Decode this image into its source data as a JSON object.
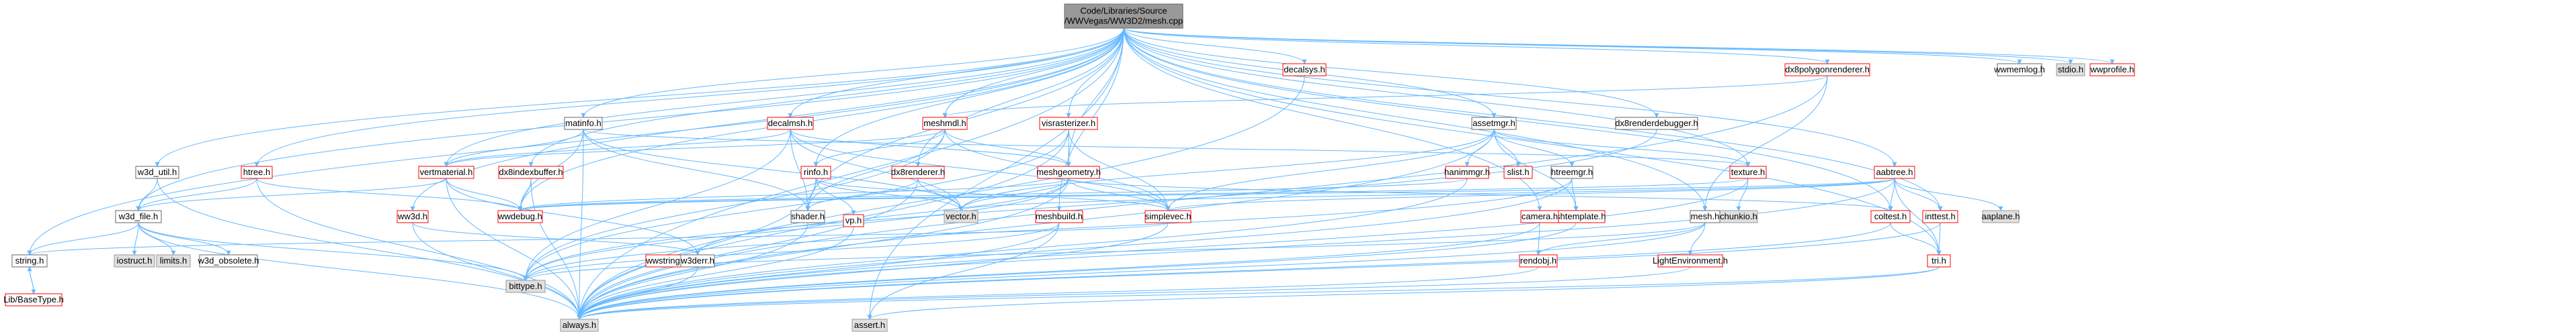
{
  "graph": {
    "nodes": [
      {
        "id": "root",
        "lines": [
          "Code/Libraries/Source",
          "/WWVegas/WW3D2/mesh.cpp"
        ],
        "kind": "root"
      },
      {
        "id": "always",
        "lines": [
          "always.h"
        ],
        "kind": "leaf"
      },
      {
        "id": "assert",
        "lines": [
          "assert.h"
        ],
        "kind": "leaf"
      },
      {
        "id": "bittype",
        "lines": [
          "bittype.h"
        ],
        "kind": "leaf"
      },
      {
        "id": "string",
        "lines": [
          "string.h"
        ],
        "kind": "plain"
      },
      {
        "id": "basetype",
        "lines": [
          "Lib/BaseType.h"
        ],
        "kind": "red"
      },
      {
        "id": "iostruct",
        "lines": [
          "iostruct.h"
        ],
        "kind": "leaf"
      },
      {
        "id": "limits",
        "lines": [
          "limits.h"
        ],
        "kind": "leaf"
      },
      {
        "id": "w3d_obsolete",
        "lines": [
          "w3d_obsolete.h"
        ],
        "kind": "plain"
      },
      {
        "id": "w3d_file",
        "lines": [
          "w3d_file.h"
        ],
        "kind": "plain"
      },
      {
        "id": "w3d_util",
        "lines": [
          "w3d_util.h"
        ],
        "kind": "plain"
      },
      {
        "id": "htree",
        "lines": [
          "htree.h"
        ],
        "kind": "red"
      },
      {
        "id": "ww3d",
        "lines": [
          "ww3d.h"
        ],
        "kind": "red"
      },
      {
        "id": "wwdebug",
        "lines": [
          "wwdebug.h"
        ],
        "kind": "red"
      },
      {
        "id": "vertmaterial",
        "lines": [
          "vertmaterial.h"
        ],
        "kind": "red"
      },
      {
        "id": "dx8indexbuffer",
        "lines": [
          "dx8indexbuffer.h"
        ],
        "kind": "red"
      },
      {
        "id": "matinfo",
        "lines": [
          "matinfo.h"
        ],
        "kind": "plain"
      },
      {
        "id": "decalmsh",
        "lines": [
          "decalmsh.h"
        ],
        "kind": "red"
      },
      {
        "id": "meshmdl",
        "lines": [
          "meshmdl.h"
        ],
        "kind": "red"
      },
      {
        "id": "rinfo",
        "lines": [
          "rinfo.h"
        ],
        "kind": "red"
      },
      {
        "id": "dx8renderer",
        "lines": [
          "dx8renderer.h"
        ],
        "kind": "red"
      },
      {
        "id": "vector",
        "lines": [
          "vector.h"
        ],
        "kind": "leaf"
      },
      {
        "id": "shader",
        "lines": [
          "shader.h"
        ],
        "kind": "plain"
      },
      {
        "id": "wwstring",
        "lines": [
          "wwstring.h"
        ],
        "kind": "red"
      },
      {
        "id": "vp",
        "lines": [
          "vp.h"
        ],
        "kind": "red"
      },
      {
        "id": "meshgeometry",
        "lines": [
          "meshgeometry.h"
        ],
        "kind": "red"
      },
      {
        "id": "meshbuild",
        "lines": [
          "meshbuild.h"
        ],
        "kind": "red"
      },
      {
        "id": "simplevec",
        "lines": [
          "simplevec.h"
        ],
        "kind": "red"
      },
      {
        "id": "w3derr",
        "lines": [
          "w3derr.h"
        ],
        "kind": "plain"
      },
      {
        "id": "vistrasterizer",
        "lines": [
          "visrasterizer.h"
        ],
        "kind": "red"
      },
      {
        "id": "decalsys",
        "lines": [
          "decalsys.h"
        ],
        "kind": "red"
      },
      {
        "id": "assetmgr",
        "lines": [
          "assetmgr.h"
        ],
        "kind": "plain"
      },
      {
        "id": "hanimmgr",
        "lines": [
          "hanimmgr.h"
        ],
        "kind": "red"
      },
      {
        "id": "slist",
        "lines": [
          "slist.h"
        ],
        "kind": "red"
      },
      {
        "id": "htreemgr",
        "lines": [
          "htreemgr.h"
        ],
        "kind": "plain"
      },
      {
        "id": "hashtemplate",
        "lines": [
          "hashtemplate.h"
        ],
        "kind": "red"
      },
      {
        "id": "texture",
        "lines": [
          "texture.h"
        ],
        "kind": "red"
      },
      {
        "id": "chunkio",
        "lines": [
          "chunkio.h"
        ],
        "kind": "leaf"
      },
      {
        "id": "camera",
        "lines": [
          "camera.h"
        ],
        "kind": "red"
      },
      {
        "id": "rendobj",
        "lines": [
          "rendobj.h"
        ],
        "kind": "red"
      },
      {
        "id": "dx8renderdebugger",
        "lines": [
          "dx8renderdebugger.h"
        ],
        "kind": "plain"
      },
      {
        "id": "mesh",
        "lines": [
          "mesh.h"
        ],
        "kind": "plain"
      },
      {
        "id": "lightenvironment",
        "lines": [
          "LightEnvironment.h"
        ],
        "kind": "red"
      },
      {
        "id": "dx8polygonrenderer",
        "lines": [
          "dx8polygonrenderer.h"
        ],
        "kind": "red"
      },
      {
        "id": "aabtree",
        "lines": [
          "aabtree.h"
        ],
        "kind": "red"
      },
      {
        "id": "coltest",
        "lines": [
          "coltest.h"
        ],
        "kind": "red"
      },
      {
        "id": "inttest",
        "lines": [
          "inttest.h"
        ],
        "kind": "red"
      },
      {
        "id": "tri",
        "lines": [
          "tri.h"
        ],
        "kind": "red"
      },
      {
        "id": "aaplane",
        "lines": [
          "aaplane.h"
        ],
        "kind": "leaf"
      },
      {
        "id": "wwmemlog",
        "lines": [
          "wwmemlog.h"
        ],
        "kind": "plain"
      },
      {
        "id": "stdio",
        "lines": [
          "stdio.h"
        ],
        "kind": "leaf"
      },
      {
        "id": "wwprofile",
        "lines": [
          "wwprofile.h"
        ],
        "kind": "red"
      }
    ],
    "edges": [
      [
        "root",
        "string"
      ],
      [
        "root",
        "w3d_util"
      ],
      [
        "root",
        "htree"
      ],
      [
        "root",
        "w3d_file"
      ],
      [
        "root",
        "ww3d"
      ],
      [
        "root",
        "vertmaterial"
      ],
      [
        "root",
        "dx8indexbuffer"
      ],
      [
        "root",
        "matinfo"
      ],
      [
        "root",
        "wwdebug"
      ],
      [
        "root",
        "decalmsh"
      ],
      [
        "root",
        "meshmdl"
      ],
      [
        "root",
        "rinfo"
      ],
      [
        "root",
        "dx8renderer"
      ],
      [
        "root",
        "shader"
      ],
      [
        "root",
        "vistrasterizer"
      ],
      [
        "root",
        "meshgeometry"
      ],
      [
        "root",
        "meshbuild"
      ],
      [
        "root",
        "decalsys"
      ],
      [
        "root",
        "assetmgr"
      ],
      [
        "root",
        "texture"
      ],
      [
        "root",
        "camera"
      ],
      [
        "root",
        "dx8renderdebugger"
      ],
      [
        "root",
        "mesh"
      ],
      [
        "root",
        "dx8polygonrenderer"
      ],
      [
        "root",
        "aabtree"
      ],
      [
        "root",
        "coltest"
      ],
      [
        "root",
        "inttest"
      ],
      [
        "root",
        "tri"
      ],
      [
        "root",
        "wwmemlog"
      ],
      [
        "root",
        "stdio"
      ],
      [
        "root",
        "wwprofile"
      ],
      [
        "root",
        "assert"
      ],
      [
        "root",
        "always"
      ],
      [
        "string",
        "basetype"
      ],
      [
        "basetype",
        "string"
      ],
      [
        "w3d_util",
        "w3d_file"
      ],
      [
        "w3d_util",
        "always"
      ],
      [
        "htree",
        "w3d_file"
      ],
      [
        "htree",
        "wwdebug"
      ],
      [
        "htree",
        "always"
      ],
      [
        "w3d_file",
        "string"
      ],
      [
        "w3d_file",
        "iostruct"
      ],
      [
        "w3d_file",
        "limits"
      ],
      [
        "w3d_file",
        "w3d_obsolete"
      ],
      [
        "w3d_file",
        "bittype"
      ],
      [
        "w3d_file",
        "always"
      ],
      [
        "ww3d",
        "w3derr"
      ],
      [
        "ww3d",
        "always"
      ],
      [
        "vertmaterial",
        "w3d_file"
      ],
      [
        "vertmaterial",
        "wwdebug"
      ],
      [
        "vertmaterial",
        "always"
      ],
      [
        "vertmaterial",
        "w3derr"
      ],
      [
        "dx8indexbuffer",
        "wwdebug"
      ],
      [
        "dx8indexbuffer",
        "always"
      ],
      [
        "matinfo",
        "vertmaterial"
      ],
      [
        "matinfo",
        "wwdebug"
      ],
      [
        "matinfo",
        "shader"
      ],
      [
        "matinfo",
        "vector"
      ],
      [
        "matinfo",
        "texture"
      ],
      [
        "matinfo",
        "always"
      ],
      [
        "decalmsh",
        "vertmaterial"
      ],
      [
        "decalmsh",
        "meshgeometry"
      ],
      [
        "decalmsh",
        "vector"
      ],
      [
        "decalmsh",
        "shader"
      ],
      [
        "decalmsh",
        "bittype"
      ],
      [
        "decalmsh",
        "simplevec"
      ],
      [
        "meshmdl",
        "vertmaterial"
      ],
      [
        "meshmdl",
        "rinfo"
      ],
      [
        "meshmdl",
        "meshgeometry"
      ],
      [
        "meshmdl",
        "shader"
      ],
      [
        "meshmdl",
        "bittype"
      ],
      [
        "meshmdl",
        "simplevec"
      ],
      [
        "rinfo",
        "vector"
      ],
      [
        "rinfo",
        "shader"
      ],
      [
        "rinfo",
        "vp"
      ],
      [
        "rinfo",
        "always"
      ],
      [
        "rinfo",
        "simplevec"
      ],
      [
        "dx8renderer",
        "shader"
      ],
      [
        "dx8renderer",
        "vector"
      ],
      [
        "dx8renderer",
        "always"
      ],
      [
        "shader",
        "always"
      ],
      [
        "vp",
        "always"
      ],
      [
        "meshgeometry",
        "wwdebug"
      ],
      [
        "meshgeometry",
        "vector"
      ],
      [
        "meshgeometry",
        "simplevec"
      ],
      [
        "meshgeometry",
        "bittype"
      ],
      [
        "meshgeometry",
        "always"
      ],
      [
        "meshgeometry",
        "coltest"
      ],
      [
        "meshgeometry",
        "w3derr"
      ],
      [
        "meshbuild",
        "bittype"
      ],
      [
        "meshbuild",
        "always"
      ],
      [
        "meshbuild",
        "assert"
      ],
      [
        "simplevec",
        "always"
      ],
      [
        "simplevec",
        "string"
      ],
      [
        "w3derr",
        "always"
      ],
      [
        "vistrasterizer",
        "meshgeometry"
      ],
      [
        "vistrasterizer",
        "simplevec"
      ],
      [
        "vistrasterizer",
        "bittype"
      ],
      [
        "vistrasterizer",
        "always"
      ],
      [
        "decalsys",
        "always"
      ],
      [
        "assetmgr",
        "hanimmgr"
      ],
      [
        "assetmgr",
        "slist"
      ],
      [
        "assetmgr",
        "htreemgr"
      ],
      [
        "assetmgr",
        "texture"
      ],
      [
        "assetmgr",
        "simplevec"
      ],
      [
        "assetmgr",
        "hashtemplate"
      ],
      [
        "assetmgr",
        "always"
      ],
      [
        "assetmgr",
        "vector"
      ],
      [
        "hanimmgr",
        "always"
      ],
      [
        "hanimmgr",
        "wwdebug"
      ],
      [
        "htreemgr",
        "always"
      ],
      [
        "htreemgr",
        "hashtemplate"
      ],
      [
        "htreemgr",
        "bittype"
      ],
      [
        "hashtemplate",
        "always"
      ],
      [
        "texture",
        "chunkio"
      ],
      [
        "texture",
        "always"
      ],
      [
        "texture",
        "wwdebug"
      ],
      [
        "camera",
        "rendobj"
      ],
      [
        "camera",
        "always"
      ],
      [
        "rendobj",
        "always"
      ],
      [
        "dx8renderdebugger",
        "bittype"
      ],
      [
        "mesh",
        "bittype"
      ],
      [
        "mesh",
        "always"
      ],
      [
        "mesh",
        "lightenvironment"
      ],
      [
        "mesh",
        "rendobj"
      ],
      [
        "lightenvironment",
        "always"
      ],
      [
        "dx8polygonrenderer",
        "meshmdl"
      ],
      [
        "dx8polygonrenderer",
        "mesh"
      ],
      [
        "dx8polygonrenderer",
        "always"
      ],
      [
        "aabtree",
        "wwdebug"
      ],
      [
        "aabtree",
        "coltest"
      ],
      [
        "aabtree",
        "inttest"
      ],
      [
        "aabtree",
        "tri"
      ],
      [
        "aabtree",
        "aaplane"
      ],
      [
        "aabtree",
        "always"
      ],
      [
        "aabtree",
        "simplevec"
      ],
      [
        "aabtree",
        "vector"
      ],
      [
        "coltest",
        "tri"
      ],
      [
        "coltest",
        "always"
      ],
      [
        "inttest",
        "tri"
      ],
      [
        "inttest",
        "always"
      ],
      [
        "tri",
        "always"
      ],
      [
        "tri",
        "assert"
      ]
    ]
  },
  "colors": {
    "edge": "#63b8ff",
    "root_fill": "#999999",
    "leaf_fill": "#e0e0e0",
    "leaf_stroke": "#999999",
    "plain_stroke": "#666666",
    "red_stroke": "#ff0000",
    "node_fill": "#ffffff"
  }
}
